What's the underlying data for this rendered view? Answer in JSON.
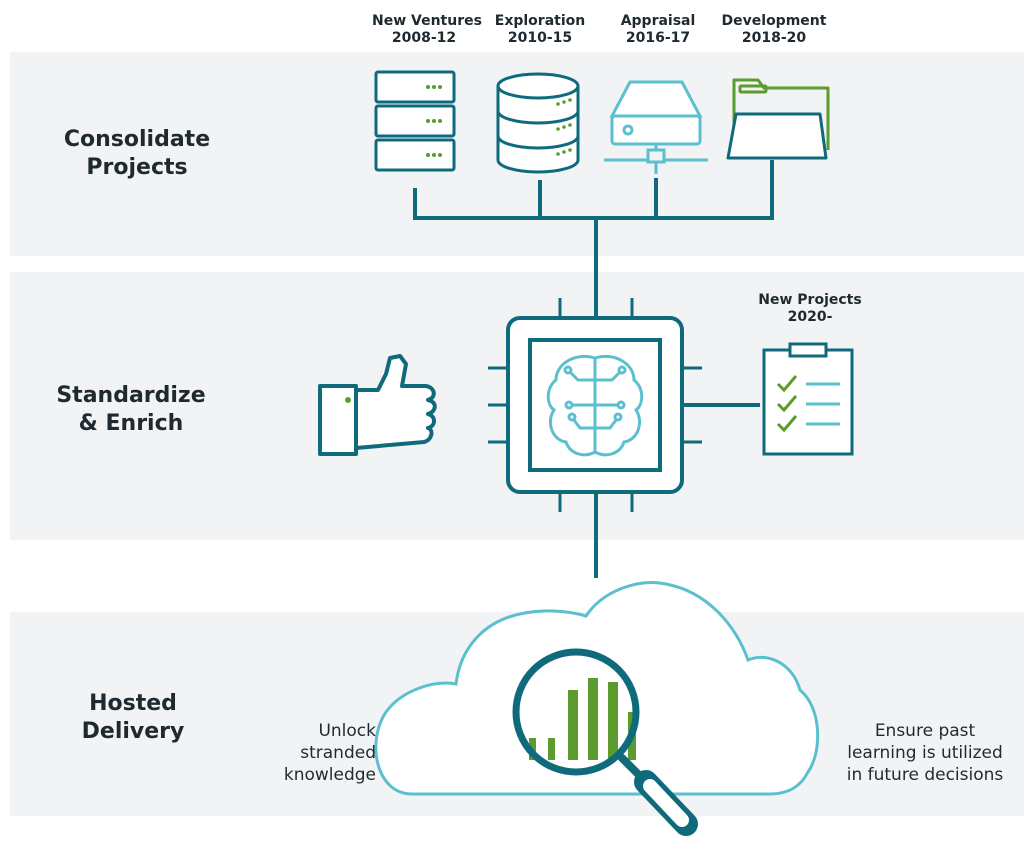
{
  "rows": {
    "consolidate": {
      "line1": "Consolidate",
      "line2": "Projects"
    },
    "standardize": {
      "line1": "Standardize",
      "line2": "& Enrich"
    },
    "hosted": {
      "line1": "Hosted",
      "line2": "Delivery"
    }
  },
  "sources": [
    {
      "name": "New Ventures",
      "years": "2008-12",
      "icon": "server-rack-icon"
    },
    {
      "name": "Exploration",
      "years": "2010-15",
      "icon": "database-icon"
    },
    {
      "name": "Appraisal",
      "years": "2016-17",
      "icon": "network-drive-icon"
    },
    {
      "name": "Development",
      "years": "2018-20",
      "icon": "folder-icon"
    }
  ],
  "new_projects": {
    "name": "New Projects",
    "years": "2020-",
    "icon": "checklist-clipboard-icon"
  },
  "center_icon": "ai-brain-chip-icon",
  "left_icon": "thumbs-up-icon",
  "cloud_icon": "cloud-search-analytics-icon",
  "notes": {
    "left": {
      "line1": "Unlock",
      "line2": "stranded",
      "line3": "knowledge"
    },
    "right": {
      "line1": "Ensure past",
      "line2": "learning is utilized",
      "line3": "in future decisions"
    }
  },
  "colors": {
    "teal": "#0f6a7b",
    "light_teal": "#5bbfcf",
    "green": "#5c9b2e",
    "band": "#f2f3f5",
    "text": "#1f2a30"
  }
}
